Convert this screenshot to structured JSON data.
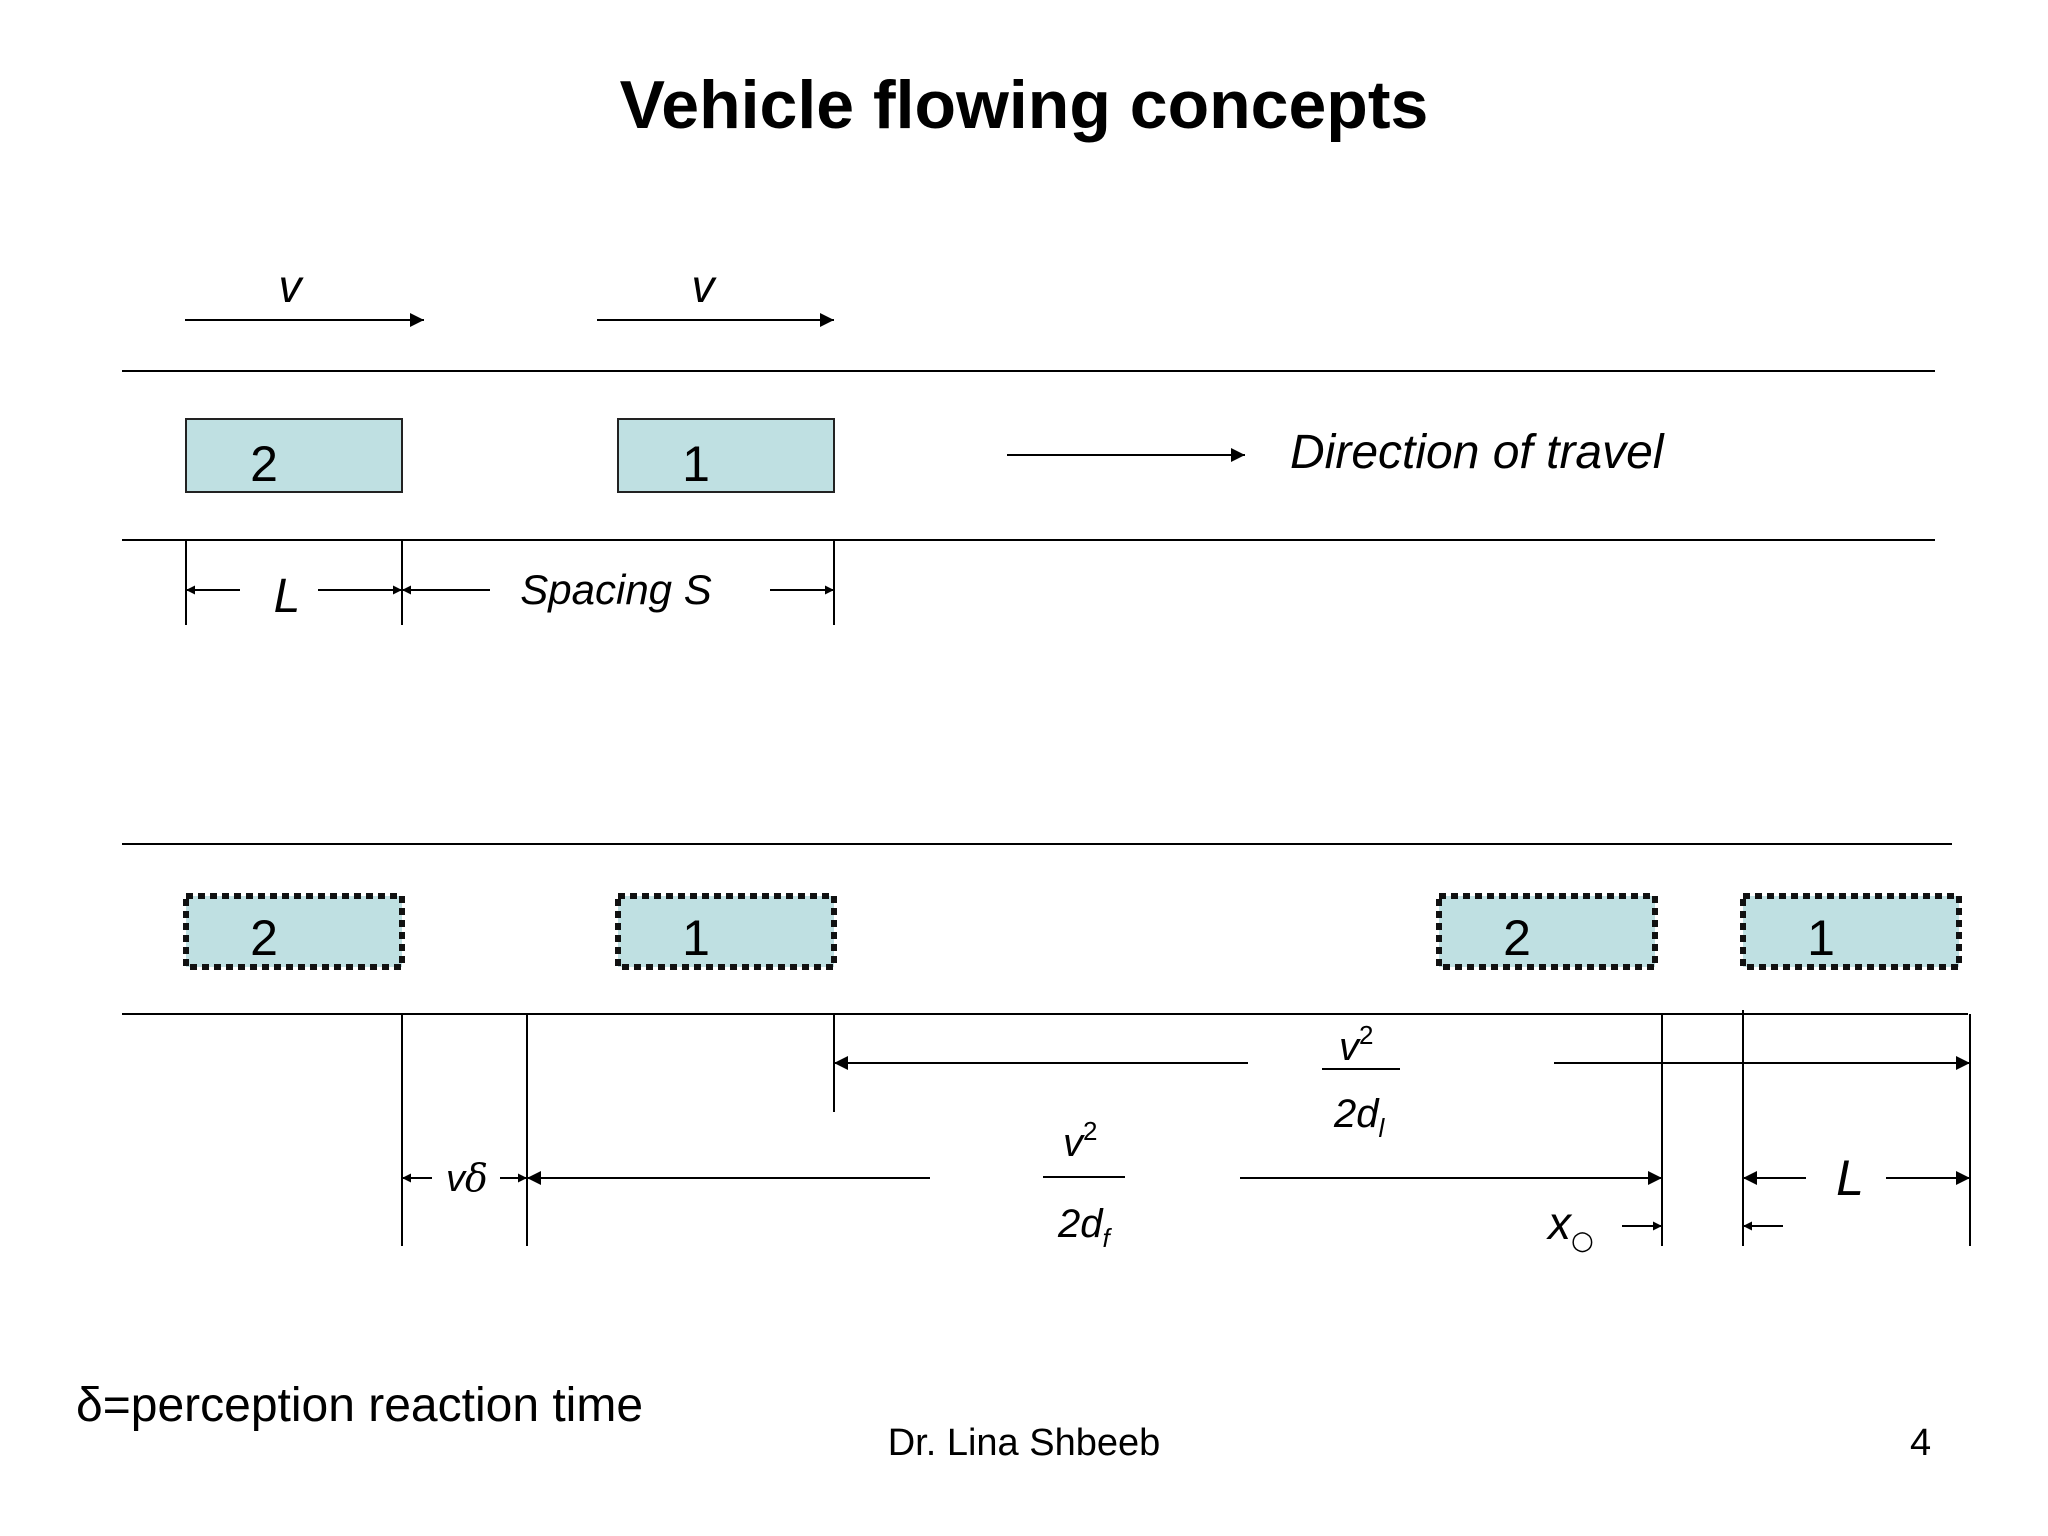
{
  "title": "Vehicle flowing concepts",
  "top_diagram": {
    "speed_label_rear": "v",
    "speed_label_front": "v",
    "vehicle_rear": "2",
    "vehicle_front": "1",
    "direction_label": "Direction of travel",
    "length_label": "L",
    "spacing_label": "Spacing S"
  },
  "bottom_diagram": {
    "vehicle_a": "2",
    "vehicle_b": "1",
    "vehicle_c": "2",
    "vehicle_d": "1",
    "leader_fraction_num_base": "v",
    "leader_fraction_num_exp": "2",
    "leader_fraction_den_base": "2d",
    "leader_fraction_den_sub": "l",
    "follower_fraction_num_base": "v",
    "follower_fraction_num_exp": "2",
    "follower_fraction_den_base": "2d",
    "follower_fraction_den_sub": "f",
    "reaction_base": "v",
    "reaction_symbol": "δ",
    "gap_base": "x",
    "gap_sub": "○",
    "length_label": "L"
  },
  "footer": {
    "definition": "δ=perception reaction time",
    "author": "Dr. Lina Shbeeb",
    "page": "4"
  },
  "colors": {
    "vehicle_fill": "#bfe0e2"
  }
}
